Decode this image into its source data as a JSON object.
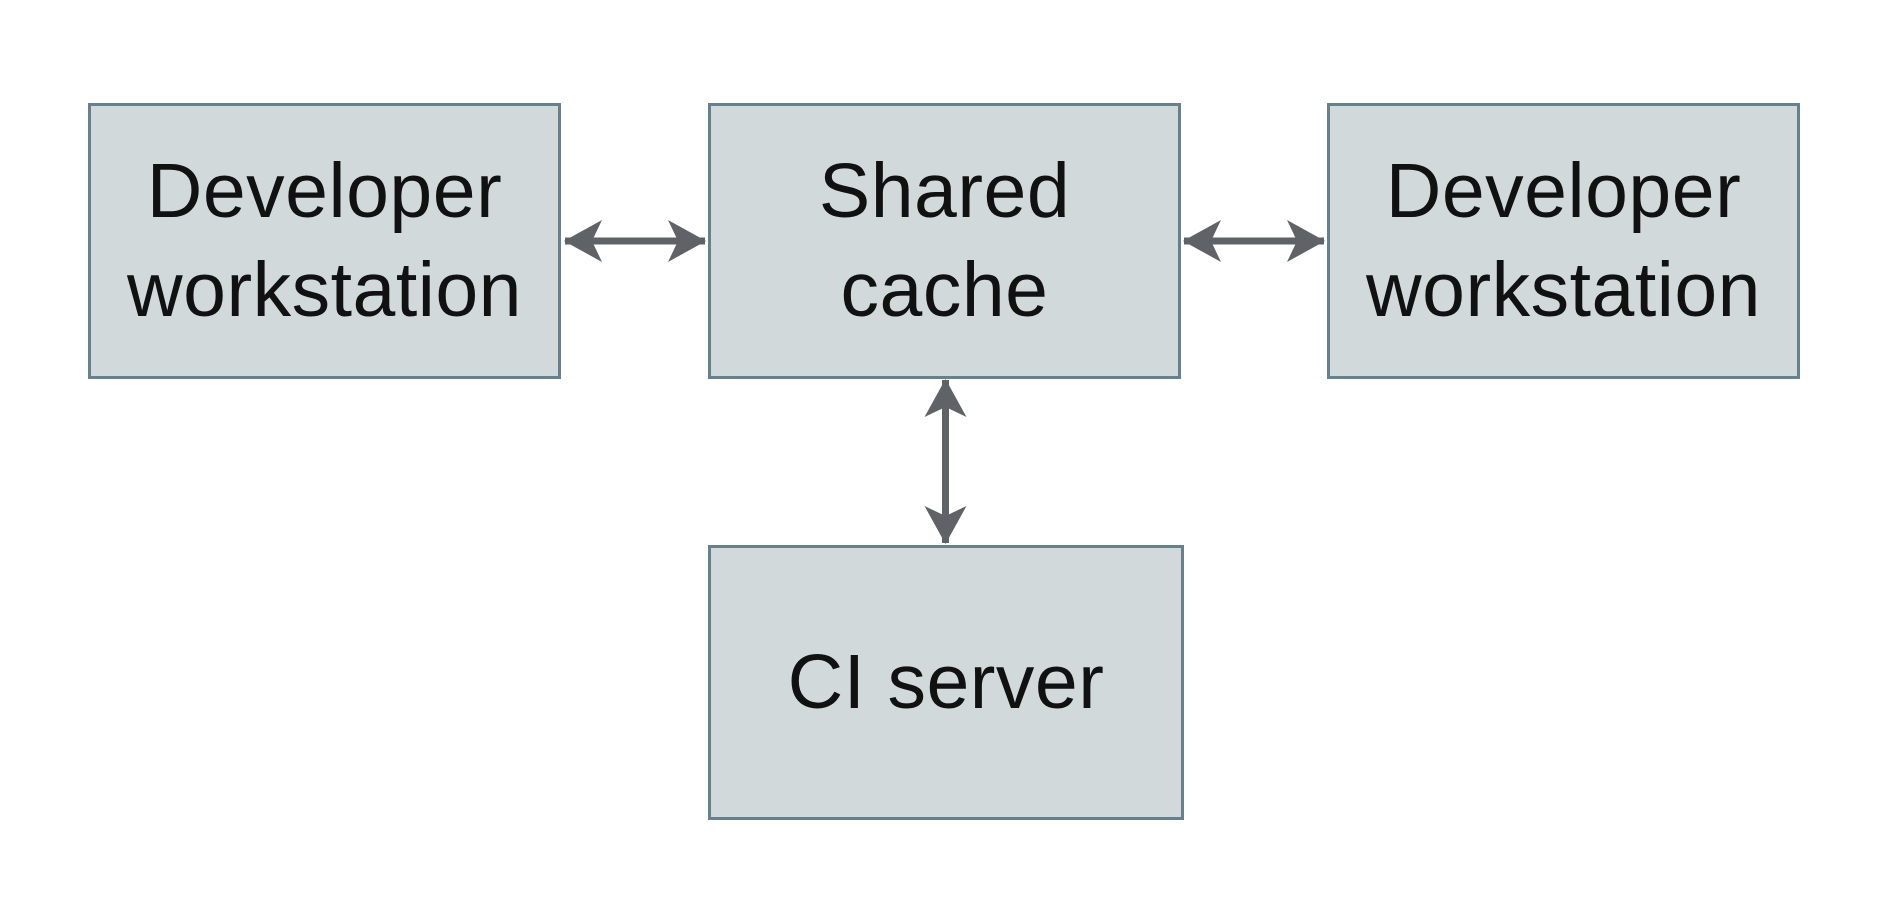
{
  "diagram": {
    "nodes": [
      {
        "id": "developer-workstation-left",
        "label": "Developer\nworkstation"
      },
      {
        "id": "shared-cache",
        "label": "Shared\ncache"
      },
      {
        "id": "developer-workstation-right",
        "label": "Developer\nworkstation"
      },
      {
        "id": "ci-server",
        "label": "CI server"
      }
    ],
    "edges": [
      {
        "from": "developer-workstation-left",
        "to": "shared-cache",
        "type": "bidirectional-arrow"
      },
      {
        "from": "shared-cache",
        "to": "developer-workstation-right",
        "type": "bidirectional-arrow"
      },
      {
        "from": "shared-cache",
        "to": "ci-server",
        "type": "bidirectional-arrow"
      }
    ]
  },
  "colors": {
    "background": "#ffffff",
    "node_fill": "#d2d9db",
    "node_border": "#66808c",
    "arrow": "#5f6368",
    "text": "#111111"
  }
}
